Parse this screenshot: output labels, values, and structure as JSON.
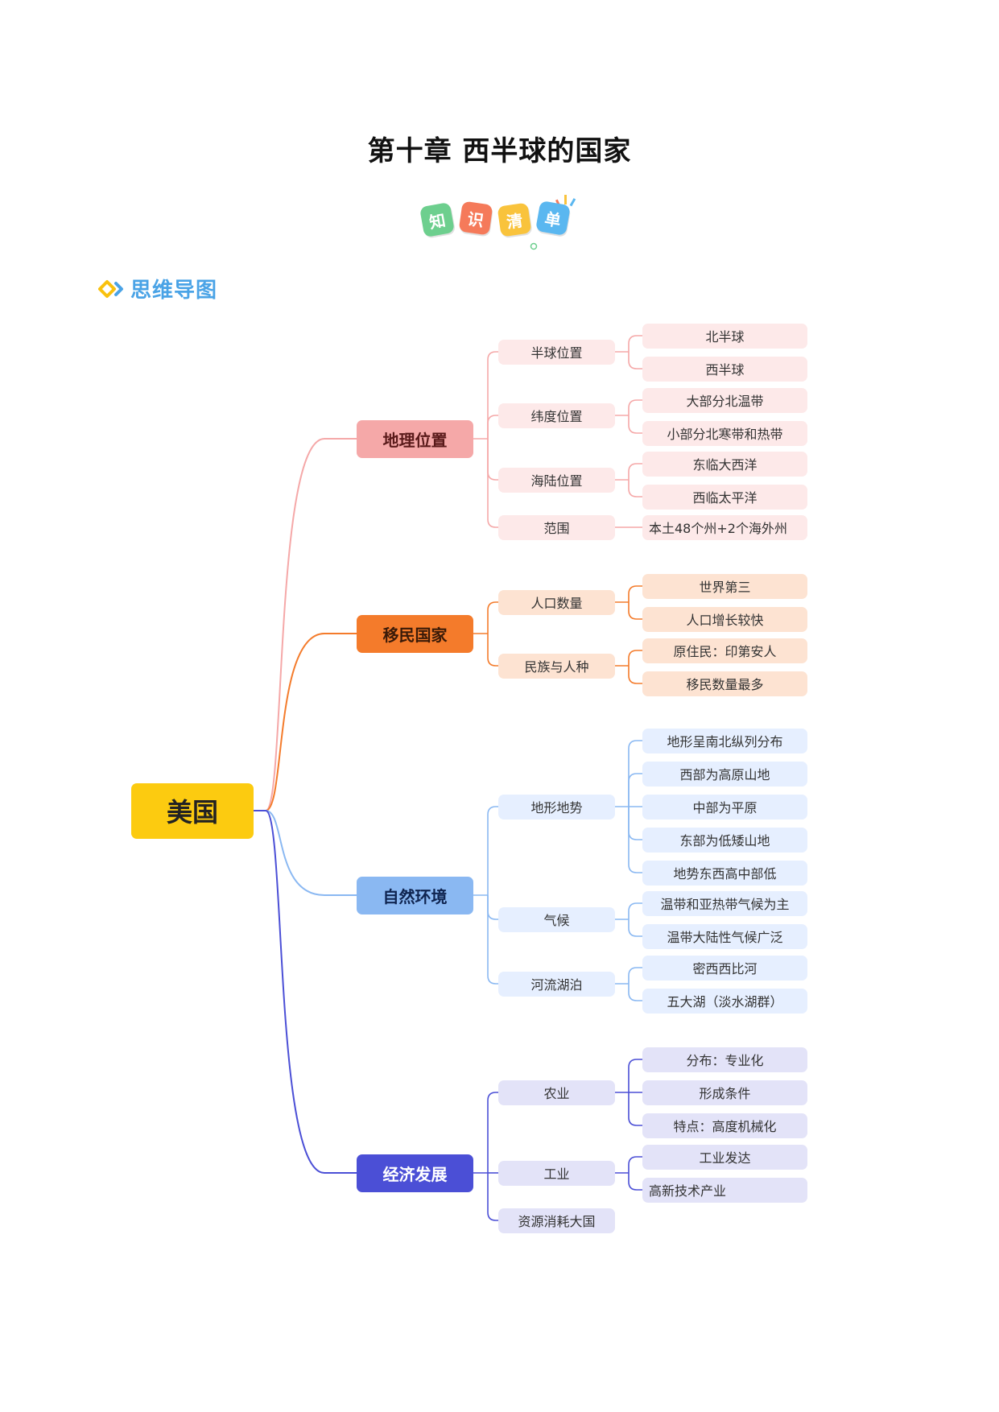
{
  "title": "第十章  西半球的国家",
  "badges": {
    "items": [
      {
        "char": "知",
        "color": "#6dcf8e"
      },
      {
        "char": "识",
        "color": "#f57a5a"
      },
      {
        "char": "清",
        "color": "#f9c33c"
      },
      {
        "char": "单",
        "color": "#5ab7f0"
      }
    ]
  },
  "section": {
    "label": "思维导图",
    "icon_color": "#f9c10e",
    "text_color": "#4aa3e6"
  },
  "mindmap": {
    "root": "美国",
    "branches": [
      {
        "label": "地理位置",
        "color": "#f5a8a8",
        "fill": "#fde9e9",
        "l1_text": "#5a1a1a",
        "children": [
          {
            "label": "半球位置",
            "leaves": [
              "北半球",
              "西半球"
            ]
          },
          {
            "label": "纬度位置",
            "leaves": [
              "大部分北温带",
              "小部分北寒带和热带"
            ]
          },
          {
            "label": "海陆位置",
            "leaves": [
              "东临大西洋",
              "西临太平洋"
            ]
          },
          {
            "label": "范围",
            "leaves": [
              "本土48个州+2个海外州"
            ]
          }
        ]
      },
      {
        "label": "移民国家",
        "color": "#f47b2b",
        "fill": "#fde3d2",
        "l1_text": "#3a1a08",
        "children": [
          {
            "label": "人口数量",
            "leaves": [
              "世界第三",
              "人口增长较快"
            ]
          },
          {
            "label": "民族与人种",
            "leaves": [
              "原住民：印第安人",
              "移民数量最多"
            ]
          }
        ]
      },
      {
        "label": "自然环境",
        "color": "#8ab8f2",
        "fill": "#e6efff",
        "l1_text": "#0f2450",
        "children": [
          {
            "label": "地形地势",
            "leaves": [
              "地形呈南北纵列分布",
              "西部为高原山地",
              "中部为平原",
              "东部为低矮山地",
              "地势东西高中部低"
            ]
          },
          {
            "label": "气候",
            "leaves": [
              "温带和亚热带气候为主",
              "温带大陆性气候广泛"
            ]
          },
          {
            "label": "河流湖泊",
            "leaves": [
              "密西西比河",
              "五大湖（淡水湖群）"
            ]
          }
        ]
      },
      {
        "label": "经济发展",
        "color": "#4b4fd6",
        "fill": "#e3e3f8",
        "l1_text": "#ffffff",
        "children": [
          {
            "label": "农业",
            "leaves": [
              "分布：专业化",
              "形成条件",
              "特点：高度机械化"
            ]
          },
          {
            "label": "工业",
            "leaves": [
              "工业发达",
              "高新技术产业"
            ]
          },
          {
            "label": "资源消耗大国",
            "leaves": []
          }
        ]
      }
    ]
  }
}
